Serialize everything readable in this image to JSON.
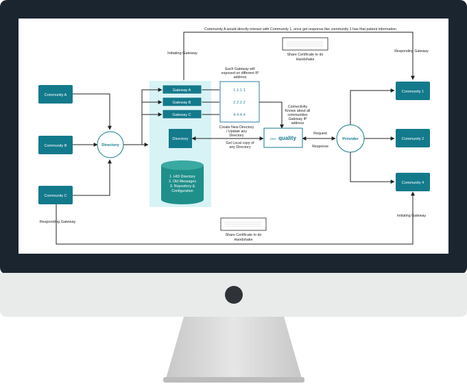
{
  "diagram": {
    "communities_left": [
      "Community A",
      "Community B",
      "Community C"
    ],
    "communities_right": [
      "Community 1",
      "Community 2",
      "Community 4"
    ],
    "directory_node": "Directory",
    "provider_node": "Provider",
    "gateways": [
      "Gateway A",
      "Gateway B",
      "Gateway C"
    ],
    "directory_box": "Directory",
    "ip_values": [
      "1.1.1.1",
      "2.2.2.2",
      "4.4.4.4"
    ],
    "db_lines": [
      "1. HID Directory",
      "2. Old Messages",
      "3. Repository &",
      "Configuration"
    ],
    "quality_logo": "quality",
    "top_note": "Community A would directly interact with Community 1, once get response like community 1 has that patient information",
    "initiating_gateway": "Initiating Gateway",
    "responding_gateway_right": "Responding Gateway",
    "responding_gateway_left": "Responding Gateway",
    "initiating_gateway_right": "Initiating Gateway",
    "share_cert_top": [
      "Share Certificate to do",
      "Handshake"
    ],
    "share_cert_bottom": [
      "Share Certificate to do",
      "Handshake"
    ],
    "ip_note": [
      "Each Gateway will",
      "exposed on different IP",
      "address"
    ],
    "create_dir": [
      "Create New Directory",
      "/ Update any",
      "Directory"
    ],
    "local_copy": [
      "Get Local copy of",
      "any Directory"
    ],
    "connectivity": [
      "Connectivity",
      "Knows about all",
      "communities",
      "Gateway IP",
      "address"
    ],
    "request": "Request",
    "response": "Response"
  },
  "colors": {
    "bezel": "#1b2530",
    "stand": "#d8d8d8",
    "chin": "#e9ebeb",
    "teal": "#137a8c",
    "tealpanel": "#d7f3f5",
    "ipbox": "#2a7ca8"
  }
}
